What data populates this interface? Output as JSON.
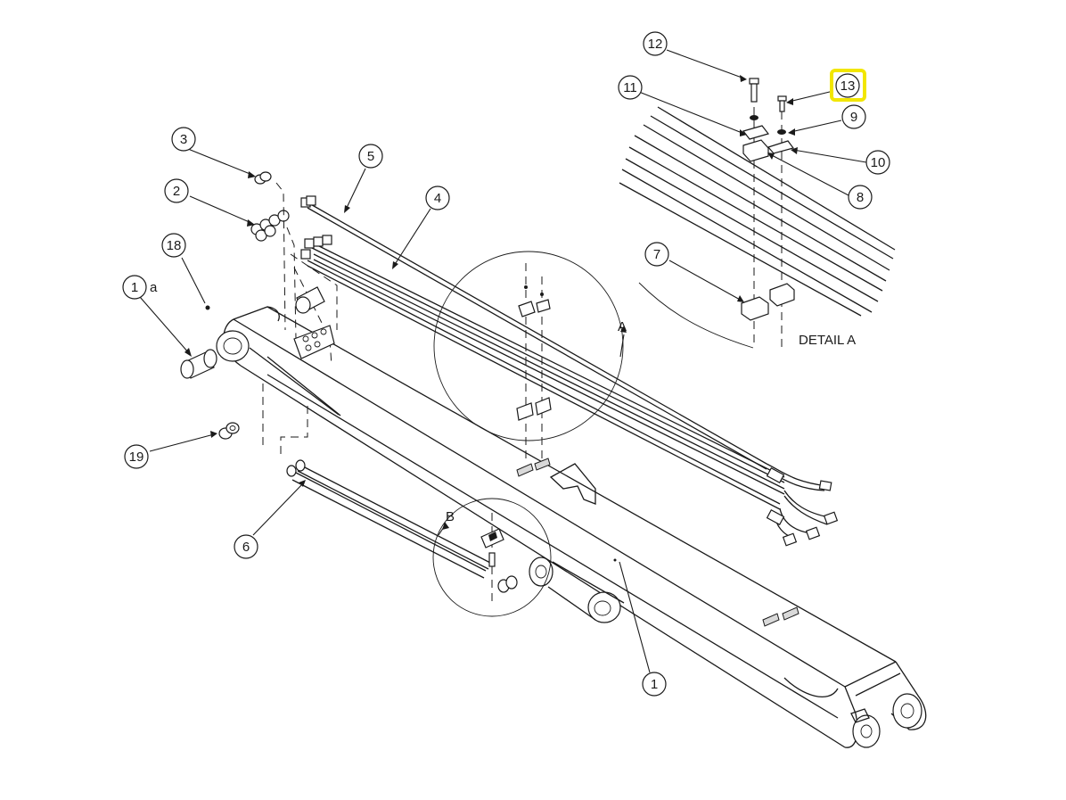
{
  "balloons": [
    {
      "id": "1",
      "label": "1"
    },
    {
      "id": "1a",
      "label": "1",
      "suffix": "a"
    },
    {
      "id": "2",
      "label": "2"
    },
    {
      "id": "3",
      "label": "3"
    },
    {
      "id": "4",
      "label": "4"
    },
    {
      "id": "5",
      "label": "5"
    },
    {
      "id": "6",
      "label": "6"
    },
    {
      "id": "7",
      "label": "7"
    },
    {
      "id": "8",
      "label": "8"
    },
    {
      "id": "9",
      "label": "9"
    },
    {
      "id": "10",
      "label": "10"
    },
    {
      "id": "11",
      "label": "11"
    },
    {
      "id": "12",
      "label": "12"
    },
    {
      "id": "13",
      "label": "13",
      "highlighted": true
    },
    {
      "id": "18",
      "label": "18"
    },
    {
      "id": "19",
      "label": "19"
    }
  ],
  "detail_labels": {
    "detail_a_marker": "A",
    "detail_b_marker": "B",
    "detail_a_title": "DETAIL A"
  },
  "colors": {
    "line": "#1a1a1a",
    "highlight": "#f2e600"
  }
}
